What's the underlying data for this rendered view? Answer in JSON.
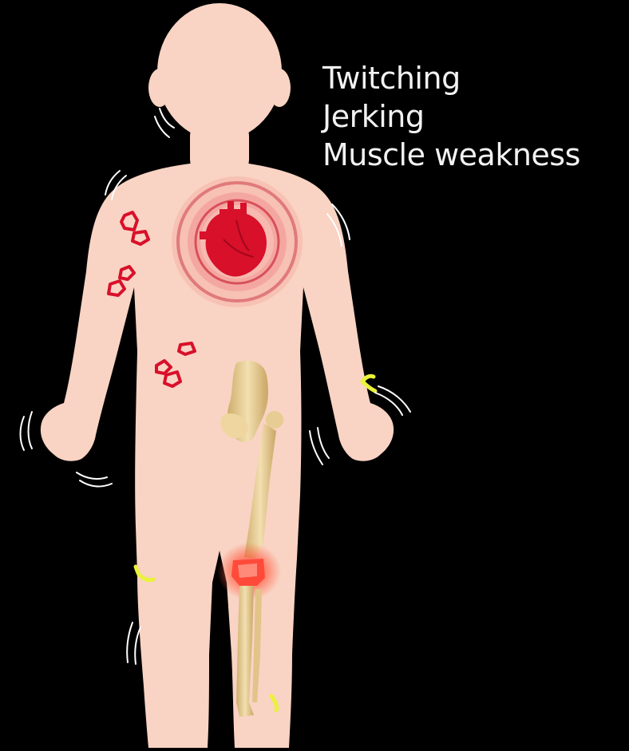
{
  "symptoms": [
    "Twitching",
    "Jerking",
    "Muscle weakness"
  ],
  "colors": {
    "background": "#000000",
    "skin": "#f9d3c3",
    "heart": "#d8102a",
    "heart_rings": "#e07a7a",
    "rash_outline": "#d8102a",
    "bone": "#e7cc93",
    "inflamed_knee": "#ff3b30",
    "nodule_marks": "#eaf23a",
    "motion_lines": "#ffffff"
  },
  "icons": [
    "child-body-illustration",
    "heart-icon",
    "leg-bone-icon",
    "inflamed-knee-icon",
    "skin-rash-icon",
    "motion-lines-icon",
    "nodule-marker-icon"
  ]
}
